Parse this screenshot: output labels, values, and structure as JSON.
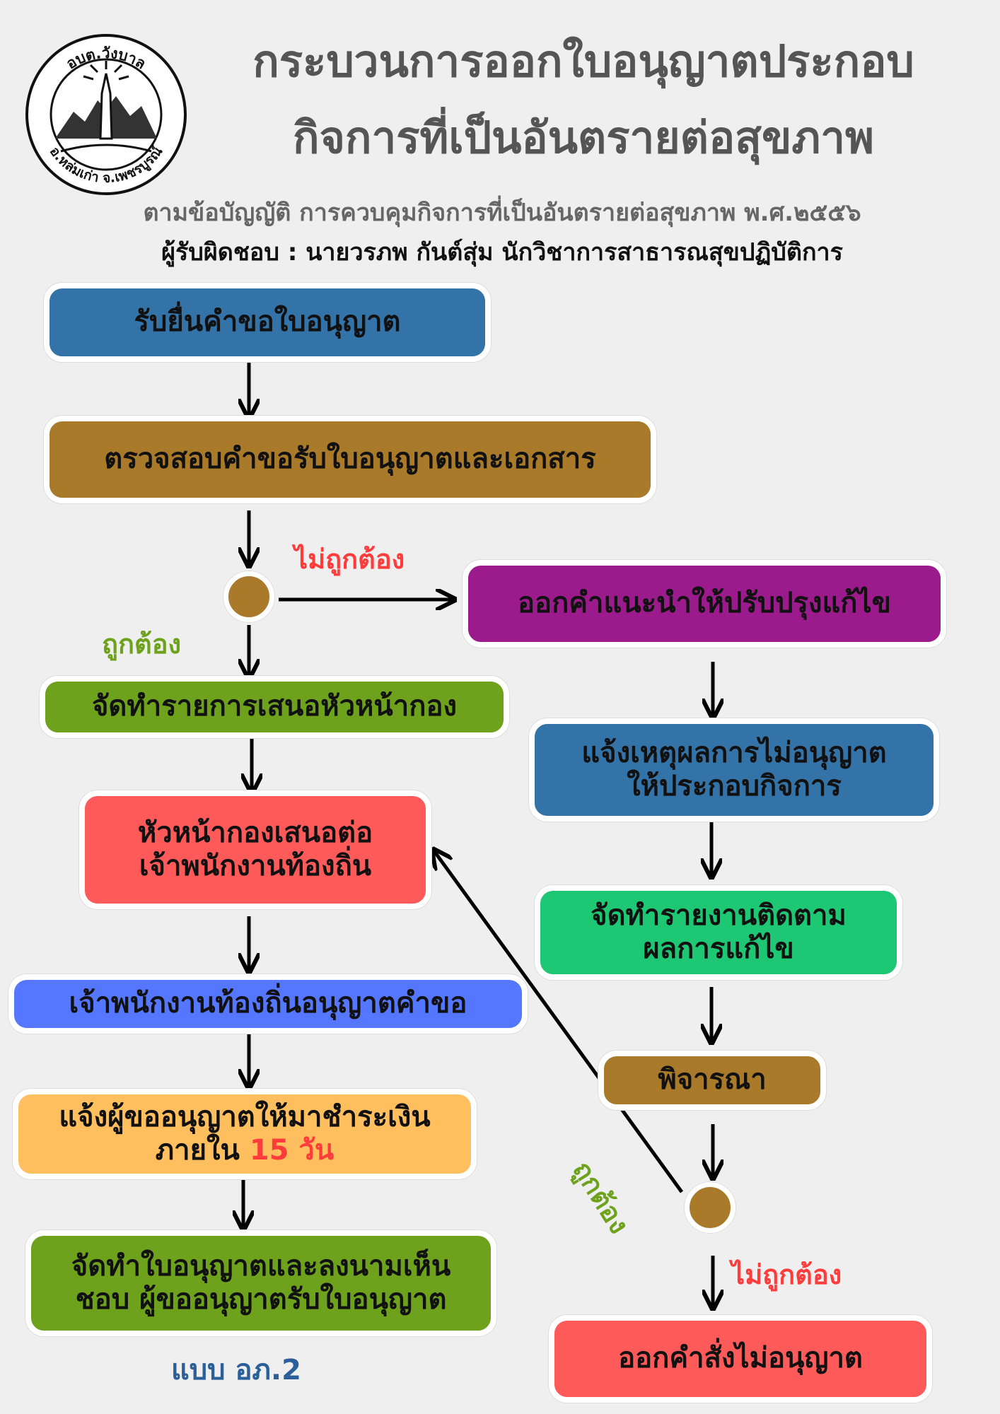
{
  "header": {
    "logo_top_text": "อบต.วังบาล",
    "logo_bottom_text": "อ.หล่มเก่า จ.เพชรบูรณ์",
    "title_line1": "กระบวนการออกใบอนุญาตประกอบ",
    "title_line2": "กิจการที่เป็นอันตรายต่อสุขภาพ",
    "subtitle": "ตามข้อบัญญัติ การควบคุมกิจการที่เป็นอันตรายต่อสุขภาพ พ.ศ.๒๕๕๖",
    "responsible": "ผู้รับผิดชอบ : นายวรภพ กันต์สุ่ม นักวิชาการสาธารณสุขปฏิบัติการ"
  },
  "steps": {
    "receive": "รับยื่นคำขอใบอนุญาต",
    "check": "ตรวจสอบคำขอรับใบอนุญาตและเอกสาร",
    "advise": "ออกคำแนะนำให้ปรับปรุงแก้ไข",
    "prepare": "จัดทำรายการเสนอหัวหน้ากอง",
    "notify_reason_l1": "แจ้งเหตุผลการไม่อนุญาต",
    "notify_reason_l2": "ให้ประกอบกิจการ",
    "head_l1": "หัวหน้ากองเสนอต่อ",
    "head_l2": "เจ้าพนักงานท้องถิ่น",
    "report_l1": "จัดทำรายงานติดตาม",
    "report_l2": "ผลการแก้ไข",
    "officer": "เจ้าพนักงานท้องถิ่นอนุญาตคำขอ",
    "consider": "พิจารณา",
    "pay_l1": "แจ้งผู้ขออนุญาตให้มาชำระเงิน",
    "pay_l2_prefix": "ภายใน ",
    "pay_l2_days": "15 วัน",
    "issue_l1": "จัดทำใบอนุญาตและลงนามเห็น",
    "issue_l2": "ชอบ ผู้ขออนุญาตรับใบอนุญาต",
    "deny": "ออกคำสั่งไม่อนุญาต"
  },
  "labels": {
    "incorrect_1": "ไม่ถูกต้อง",
    "correct_1": "ถูกต้อง",
    "correct_2": "ถูกต้อง",
    "incorrect_2": "ไม่ถูกต้อง"
  },
  "form_name": "แบบ อภ.2",
  "colors": {
    "blue": "#3473a8",
    "brown": "#a87a2a",
    "purple": "#9b1a8c",
    "green": "#6ea21c",
    "red": "#ff5a5a",
    "bright_blue": "#5577ff",
    "emerald": "#1ec774",
    "yellow": "#ffbf5e",
    "title_gray": "#555555",
    "label_red": "#ff3c3c",
    "label_green": "#6ea21c"
  }
}
